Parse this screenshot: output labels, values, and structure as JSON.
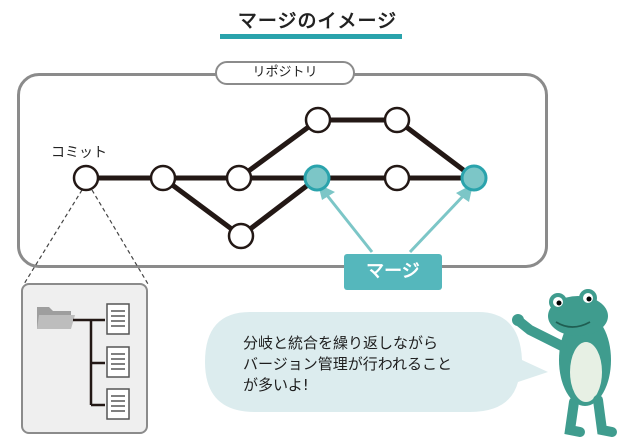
{
  "title": "マージのイメージ",
  "repository_label": "リポジトリ",
  "commit_label": "コミット",
  "merge_label": "マージ",
  "speech_bubble": {
    "lines": [
      "分岐と統合を繰り返しながら",
      "バージョン管理が行われること",
      "が多いよ!"
    ]
  },
  "colors": {
    "accent": "#2aa3ac",
    "merge_node": "#7cc6c7",
    "merge_badge": "#55b7bc",
    "frame": "#8b8b8b",
    "line": "#231815",
    "bubble": "#dcecee",
    "frog": "#3f9c8e"
  },
  "icons": [
    "folder-icon",
    "document-icon"
  ]
}
